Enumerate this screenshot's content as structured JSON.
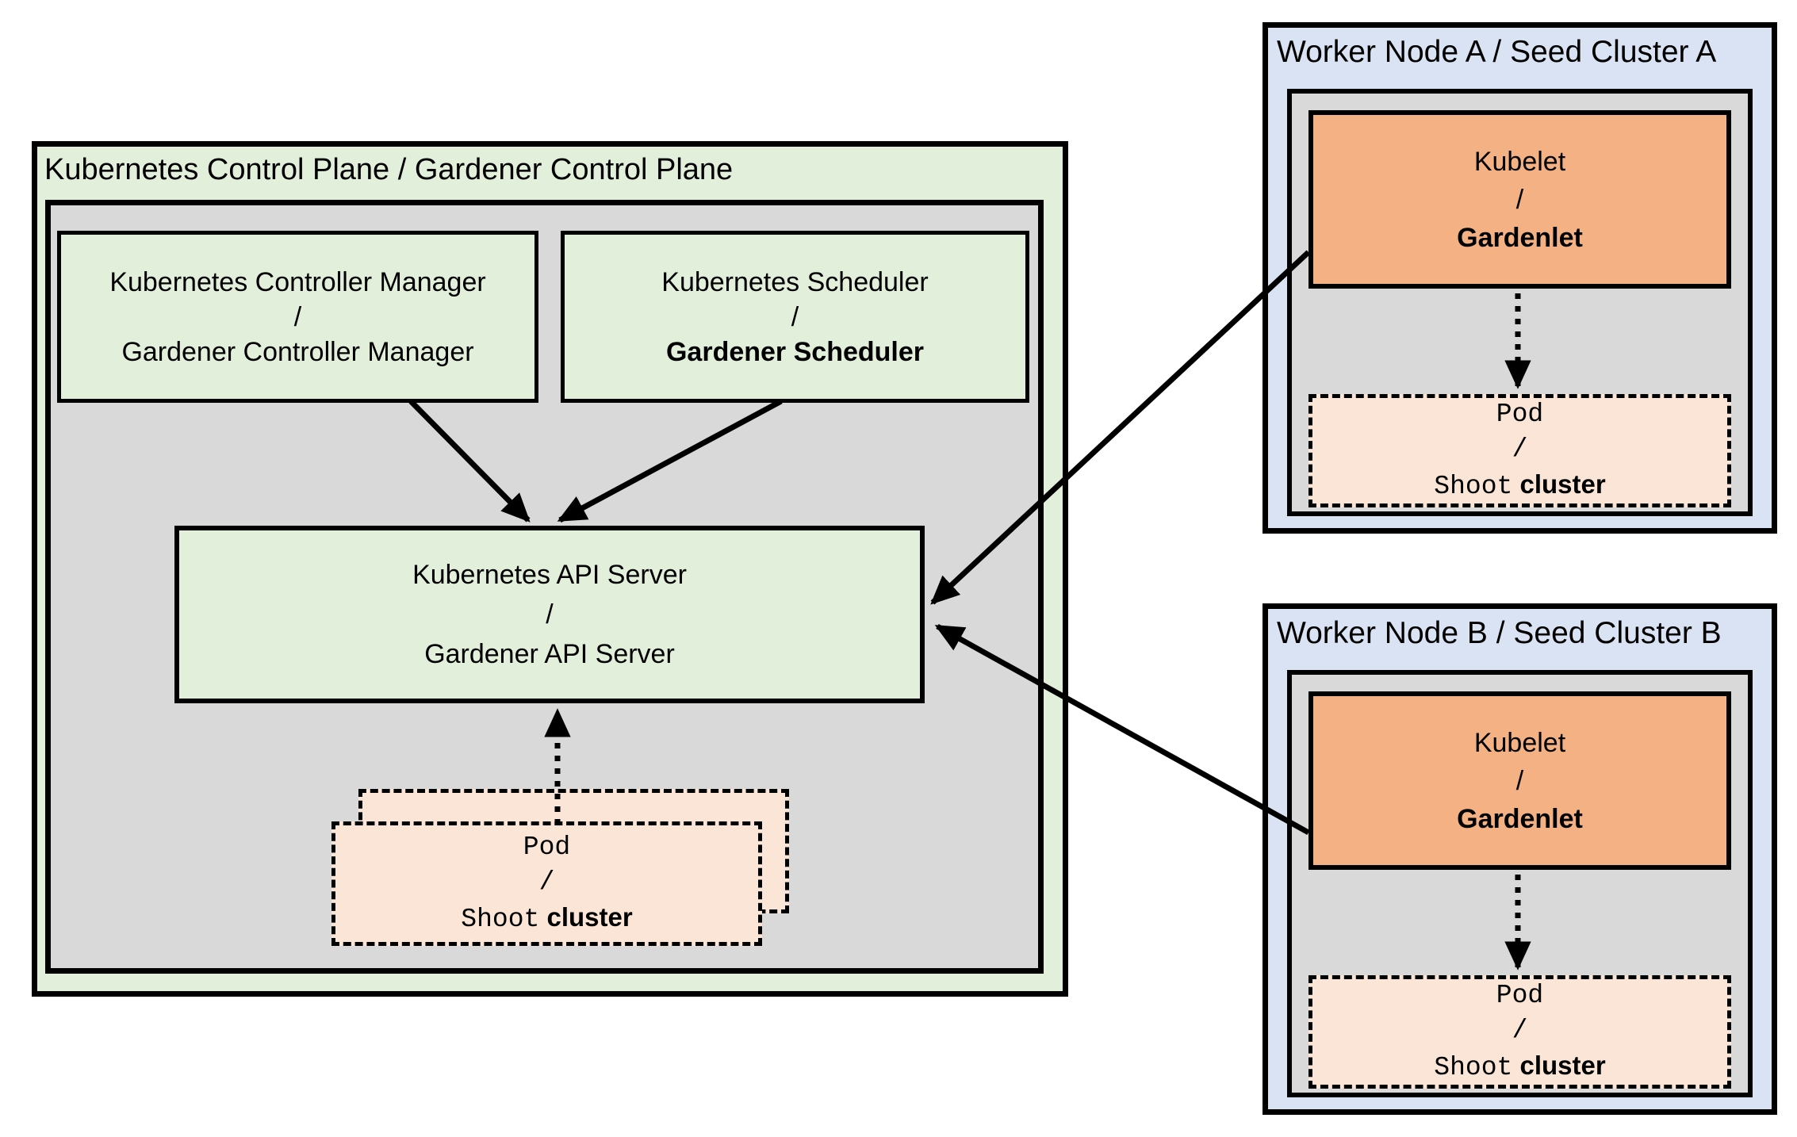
{
  "colors": {
    "green_fill": "#E2EFDA",
    "gray_fill": "#D9D9D9",
    "blue_fill": "#DAE3F3",
    "orange_fill": "#F4B183",
    "peach_fill": "#FBE5D6",
    "border": "#000000"
  },
  "control_plane": {
    "title": "Kubernetes Control Plane / Gardener Control Plane",
    "controller_manager": {
      "top": "Kubernetes Controller Manager",
      "separator": "/",
      "bottom": "Gardener Controller Manager"
    },
    "scheduler": {
      "top": "Kubernetes Scheduler",
      "separator": "/",
      "bottom": "Gardener Scheduler"
    },
    "api_server": {
      "top": "Kubernetes API Server",
      "separator": "/",
      "bottom": "Gardener API Server"
    },
    "pod": {
      "top": "Pod",
      "separator": "/",
      "bottom_mono": "Shoot",
      "bottom_regular": "cluster"
    }
  },
  "worker_node_a": {
    "title": "Worker Node A / Seed Cluster A",
    "kubelet": {
      "top": "Kubelet",
      "separator": "/",
      "bottom": "Gardenlet"
    },
    "pod": {
      "top": "Pod",
      "separator": "/",
      "bottom_mono": "Shoot",
      "bottom_regular": "cluster"
    }
  },
  "worker_node_b": {
    "title": "Worker Node B / Seed Cluster B",
    "kubelet": {
      "top": "Kubelet",
      "separator": "/",
      "bottom": "Gardenlet"
    },
    "pod": {
      "top": "Pod",
      "separator": "/",
      "bottom_mono": "Shoot",
      "bottom_regular": "cluster"
    }
  }
}
